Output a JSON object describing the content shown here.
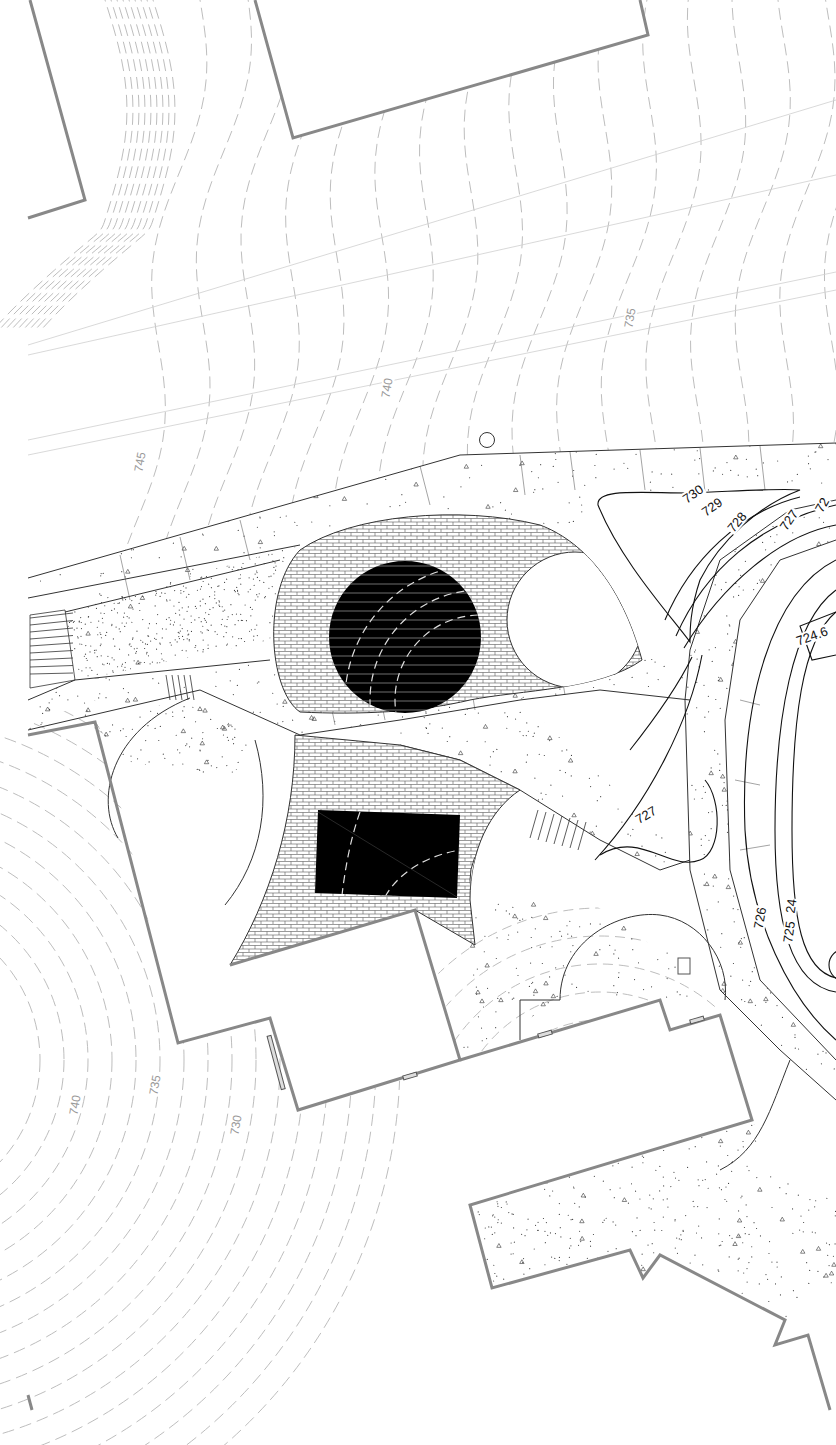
{
  "diagram": {
    "labels": [
      "735",
      "740",
      "745",
      "730",
      "729",
      "728",
      "727",
      "72",
      "724.6",
      "727",
      "726",
      "725",
      "24",
      "740",
      "735",
      "730"
    ]
  }
}
